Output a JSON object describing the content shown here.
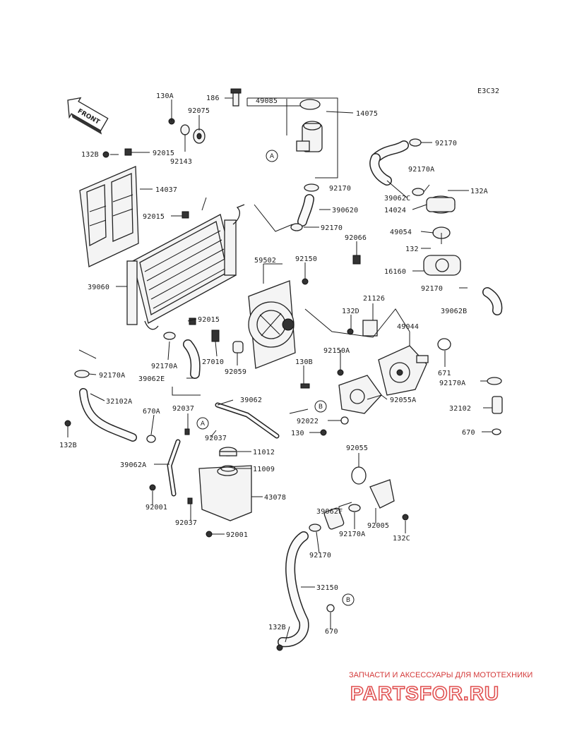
{
  "diagram": {
    "code": "E3C32",
    "front_label": "FRONT",
    "callouts": {
      "a": "A",
      "b": "B"
    },
    "labels": {
      "l130A": "130A",
      "l186": "186",
      "l49085": "49085",
      "l14075": "14075",
      "l92075": "92075",
      "l132B_a": "132B",
      "l92015_a": "92015",
      "l92143": "92143",
      "l14037": "14037",
      "l92170_a": "92170",
      "l92170A_a": "92170A",
      "l132A": "132A",
      "l92170_b": "92170",
      "l39062C": "39062C",
      "l14024": "14024",
      "l390620": "390620",
      "l92015_b": "92015",
      "l92170_c": "92170",
      "l49054": "49054",
      "l92066": "92066",
      "l132": "132",
      "l16160": "16160",
      "l59502": "59502",
      "l92150": "92150",
      "l39060": "39060",
      "l92170_d": "92170",
      "l39062B": "39062B",
      "l21126": "21126",
      "l132D": "132D",
      "l49044": "49044",
      "l92015_c": "92015",
      "l27010": "27010",
      "l92170A_b": "92170A",
      "l92059": "92059",
      "l92150A": "92150A",
      "l130B": "130B",
      "l671": "671",
      "l39062E": "39062E",
      "l92170A_c": "92170A",
      "l92170A_d": "92170A",
      "l92055A": "92055A",
      "l32102A": "32102A",
      "l39062": "39062",
      "l92022": "92022",
      "l32102": "32102",
      "l670A": "670A",
      "l92037_a": "92037",
      "l132B_b": "132B",
      "l130": "130",
      "l670_a": "670",
      "l92037_b": "92037",
      "l11012": "11012",
      "l92055": "92055",
      "l39062A": "39062A",
      "l11009": "11009",
      "l92001_a": "92001",
      "l43078": "43078",
      "l39062F": "39062F",
      "l92037_c": "92037",
      "l92005": "92005",
      "l92170A_e": "92170A",
      "l132C": "132C",
      "l92001_b": "92001",
      "l92170_e": "92170",
      "l32150": "32150",
      "l132B_c": "132B",
      "l670_b": "670"
    }
  },
  "watermark": {
    "tagline": "ЗАПЧАСТИ И АКСЕССУАРЫ ДЛЯ МОТОТЕХНИКИ",
    "brand": "PARTSFOR.RU"
  }
}
